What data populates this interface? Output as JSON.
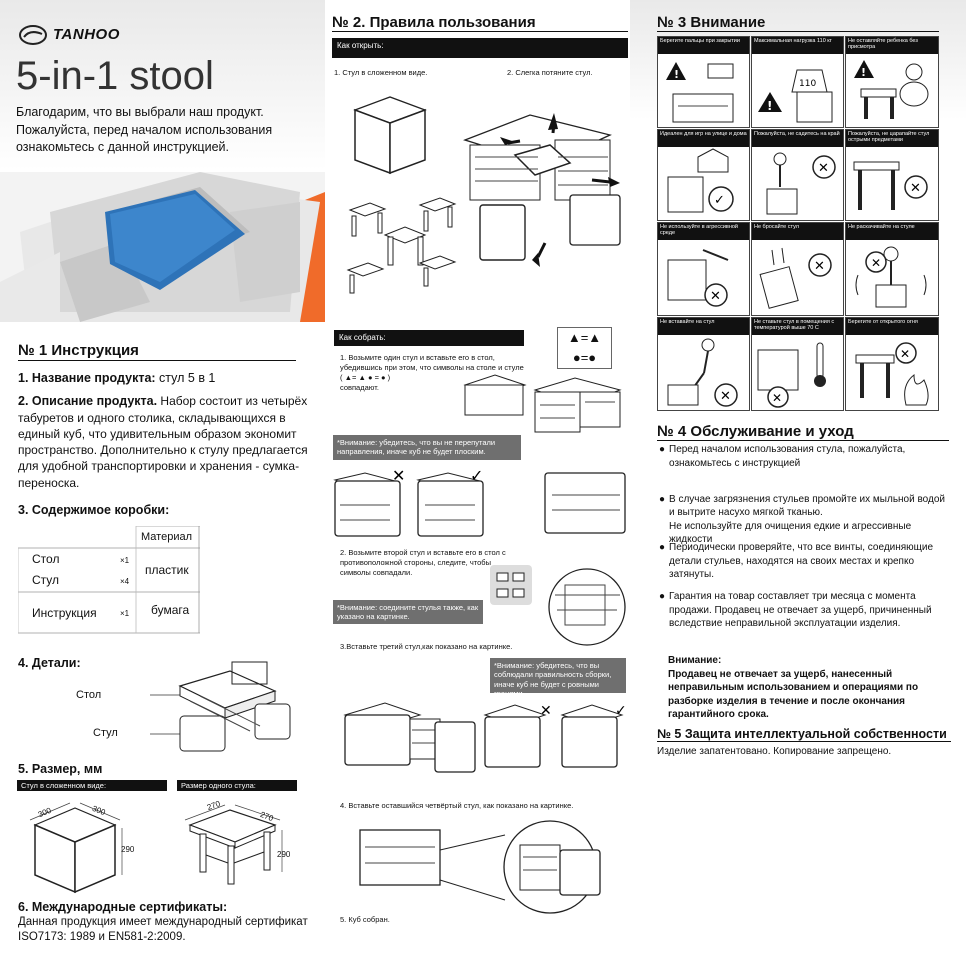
{
  "brand": {
    "logo_text": "TANHOO"
  },
  "hero": {
    "title": "5-in-1 stool",
    "intro": "Благодарим, что вы выбрали наш продукт. Пожалуйста, перед началом использования ознакомьтесь с данной инструкцией."
  },
  "s1": {
    "heading": "№ 1 Инструкция",
    "name_label": "1. Название продукта:",
    "name_value": " стул 5 в 1",
    "desc_label": "2. Описание продукта.",
    "desc_text": "  Набор состоит из четырёх табуретов и одного столика, складывающихся в единый куб, что удивительным образом экономит пространство. Дополнительно к стулу предлагается для удобной транспортировки и хранения - сумка-переноска.",
    "box_heading": "3. Содержимое коробки:",
    "table_header": "Материал",
    "rows": [
      {
        "item": "Стол",
        "qty": "×1"
      },
      {
        "item": "Стул",
        "qty": "×4"
      },
      {
        "item": "Инструкция",
        "qty": "×1"
      }
    ],
    "mat_plastic": "пластик",
    "mat_paper": "бумага",
    "parts_heading": "4. Детали:",
    "part_table": "Стол",
    "part_chair": "Стул",
    "size_heading": "5. Размер, мм",
    "size_folded": "Стул в сложенном виде:",
    "size_single": "Размер одного стула:",
    "dim_300a": "300",
    "dim_300b": "300",
    "dim_290a": "290",
    "dim_270a": "270",
    "dim_270b": "270",
    "dim_290b": "290",
    "cert_heading": "6. Международные сертификаты:",
    "cert_text": "Данная продукция имеет международный сертификат ISO7173: 1989 и EN581-2:2009."
  },
  "s2": {
    "heading": "№ 2. Правила пользования",
    "open_bar": "Как открыть:",
    "open_step1": "1. Стул в сложенном виде.",
    "open_step2": "2. Слегка потяните стул.",
    "assemble_bar": "Как собрать:",
    "step1": "1. Возьмите один стул и вставьте его в стол, убедившись при этом, что символы на столе и стуле ( ▲= ▲     ● = ● )",
    "step1b": "совпадают.",
    "note1": "*Внимание: убедитесь, что вы не перепутали направления, иначе куб не будет плоским.",
    "step2": "2. Возьмите второй стул и вставьте его в стол с противоположной стороны, следите, чтобы символы совпадали.",
    "note2": "*Внимание: соедините стулья также, как указано на картинке.",
    "step3": "3.Вставьте третий стул,как показано на картинке.",
    "note3": "*Внимание: убедитесь, что вы соблюдали правильность сборки, иначе куб не будет с ровными гранями.",
    "step4": "4. Вставьте оставшийся четвёртый стул, как показано на картинке.",
    "step5": "5. Куб собран.",
    "sym_row1": "▲=▲",
    "sym_row2": "●=●"
  },
  "s3": {
    "heading": "№ 3 Внимание",
    "cells": [
      "Берегите пальцы при закрытии",
      "Максимальная нагрузка 110 кг",
      "Не оставляйте ребенка без присмотра",
      "Идеален для игр на улице и дома",
      "Пожалуйста, не садитесь на край",
      "Пожалуйста, не царапайте стул острыми предметами",
      "Не используйте в агрессивной среде",
      "Не бросайте стул",
      "Не раскачивайте на стуле",
      "Не вставайте на стул",
      "Не ставьте стул в помещения с температурой выше 70 С",
      "Берегите от открытого огня"
    ],
    "weight": "110"
  },
  "s4": {
    "heading": "№ 4 Обслуживание и уход",
    "bullets": [
      "Перед началом использования стула, пожалуйста, ознакомьтесь с инструкцией",
      "В случае загрязнения стульев промойте их мыльной водой и вытрите насухо мягкой тканью.\nНе используйте для очищения едкие и агрессивные жидкости",
      "Периодически проверяйте, что все винты, соединяющие детали стульев, находятся на своих местах и крепко затянуты.",
      "Гарантия на товар составляет три месяца с момента продажи. Продавец не отвечает за ущерб, причиненный вследствие неправильной эксплуатации изделия."
    ],
    "warn_title": "Внимание:",
    "warn_text": "Продавец не отвечает за ущерб, нанесенный неправильным использованием и операциями по разборке изделия в течение и после окончания гарантийного срока."
  },
  "s5": {
    "heading": "№ 5 Защита интеллектуальной собственности",
    "text": "Изделие запатентовано. Копирование запрещено."
  }
}
